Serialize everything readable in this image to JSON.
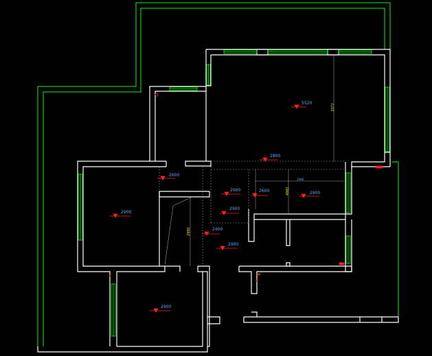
{
  "colors": {
    "background": "#000000",
    "wall": "#ffffff",
    "boundary": "#00ff00",
    "window": "#00ff00",
    "marker": "#ff2020",
    "dimension_text": "#5fa8ff",
    "auxiliary": "#9a9a9a"
  },
  "icons": {
    "marker": "elevation-marker-icon"
  },
  "height_labels": {
    "master_bedroom": "5520",
    "living_top": "2800",
    "corridor_left": "2600",
    "hall_center": "2900",
    "hall_center_right": "2600",
    "kitchen": "2900",
    "left_bedroom": "2900",
    "hall_lower": "2900",
    "corridor_lower": "2400",
    "hall_bottom": "2900",
    "bottom_bedroom": "2900"
  },
  "vertical_labels": {
    "master_side": "3372",
    "mid_wall": "4982",
    "corridor_wall": "2990"
  },
  "small_labels": {
    "kitchen_width": "3480"
  }
}
